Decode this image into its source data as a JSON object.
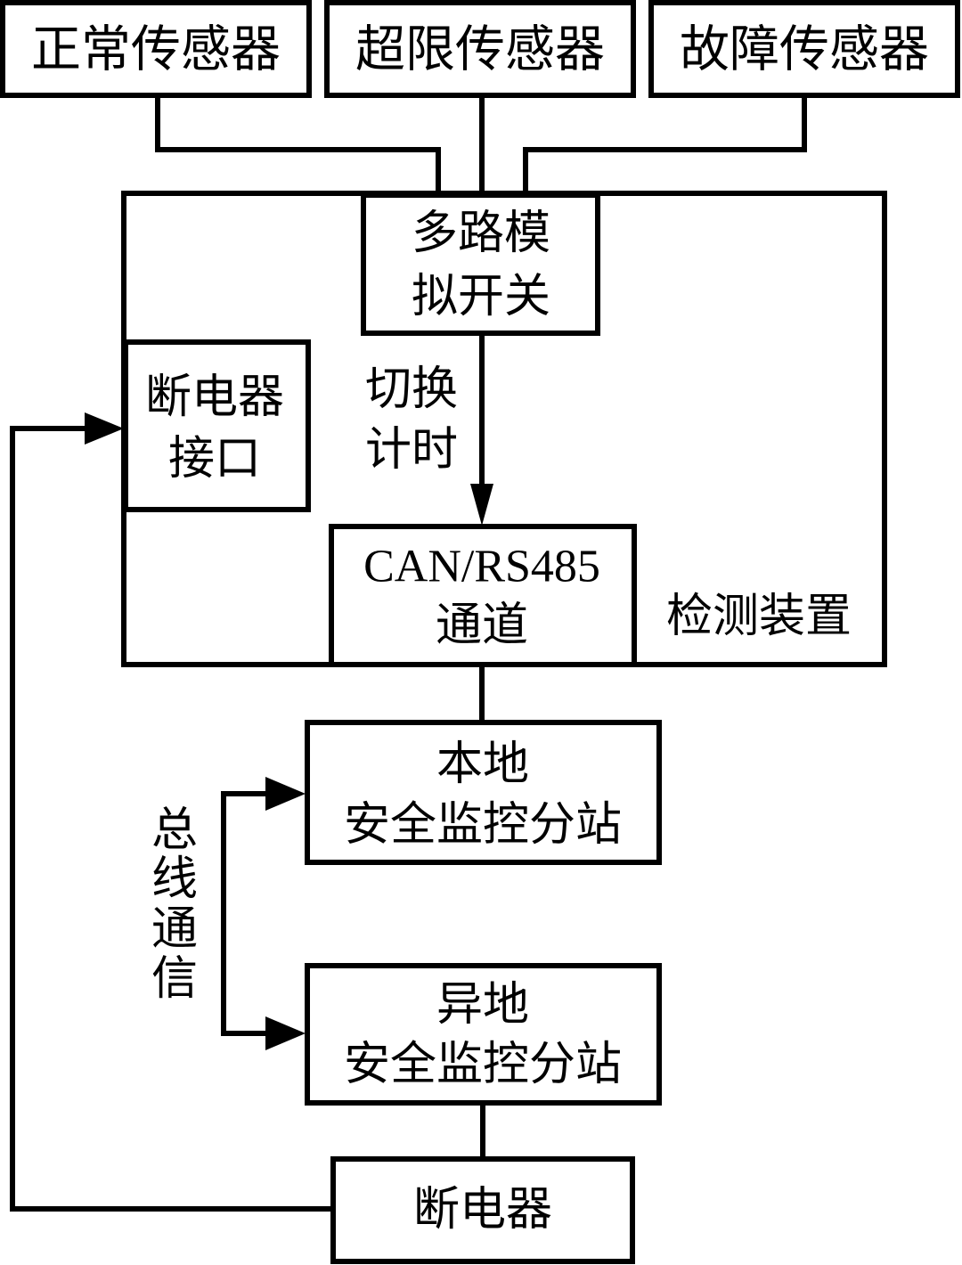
{
  "diagram": {
    "sensors": {
      "normal": "正常传感器",
      "overlimit": "超限传感器",
      "fault": "故障传感器"
    },
    "detection_device": {
      "label": "检测装置",
      "mux_switch": [
        "多路模",
        "拟开关"
      ],
      "switch_timing": [
        "切换",
        "计时"
      ],
      "breaker_interface": [
        "断电器",
        "接口"
      ],
      "can_channel": [
        "CAN/RS485",
        "通道"
      ]
    },
    "local_substation": [
      "本地",
      "安全监控分站"
    ],
    "remote_substation": [
      "异地",
      "安全监控分站"
    ],
    "bus_communication": [
      "总",
      "线",
      "通",
      "信"
    ],
    "breaker": "断电器",
    "colors": {
      "stroke": "#000000",
      "background": "#ffffff"
    }
  }
}
